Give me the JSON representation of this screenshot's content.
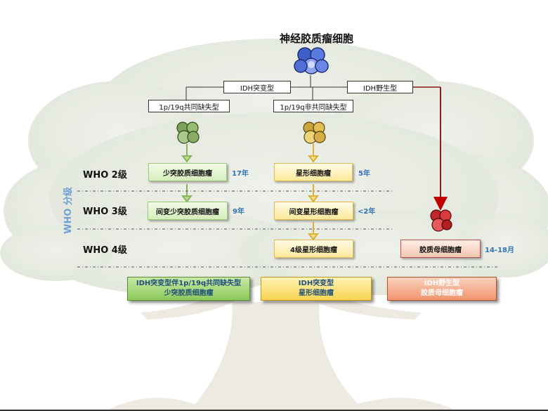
{
  "root": {
    "title": "神经胶质瘤细胞"
  },
  "branches": {
    "idh_mut": "IDH突变型",
    "idh_wt": "IDH野生型",
    "codel": "1p/19q共同缺失型",
    "noncodel": "1p/19q非共同缺失型"
  },
  "axis_label": "WHO 分级",
  "grades": [
    "WHO 2级",
    "WHO 3级",
    "WHO 4级"
  ],
  "nodes": {
    "oligo2": "少突胶质细胞瘤",
    "astro2": "星形细胞瘤",
    "oligo3": "间变少突胶质细胞瘤",
    "astro3": "间变星形细胞瘤",
    "astro4": "4级星形细胞瘤",
    "gbm": "胶质母细胞瘤"
  },
  "survival": {
    "oligo2": "17年",
    "astro2": "5年",
    "oligo3": "9年",
    "astro3": "<2年",
    "gbm": "14-18月"
  },
  "summary": {
    "green": [
      "IDH突变型伴1p/19q共同缺失型",
      "少突胶质细胞瘤"
    ],
    "yellow": [
      "IDH突变型",
      "星形细胞瘤"
    ],
    "red": [
      "IDH野生型",
      "胶质母细胞瘤"
    ]
  },
  "colors": {
    "oligodendroglial": "#8cc95a",
    "astrocytic": "#f7d451",
    "glioblastoma": "#f0946e",
    "root_cells": "#4f6fd6",
    "wild_type_arrow": "#c00000"
  },
  "icons": [
    "blue-cell-cluster-icon",
    "green-cell-cluster-icon",
    "yellow-cell-cluster-icon",
    "red-cell-cluster-icon"
  ]
}
